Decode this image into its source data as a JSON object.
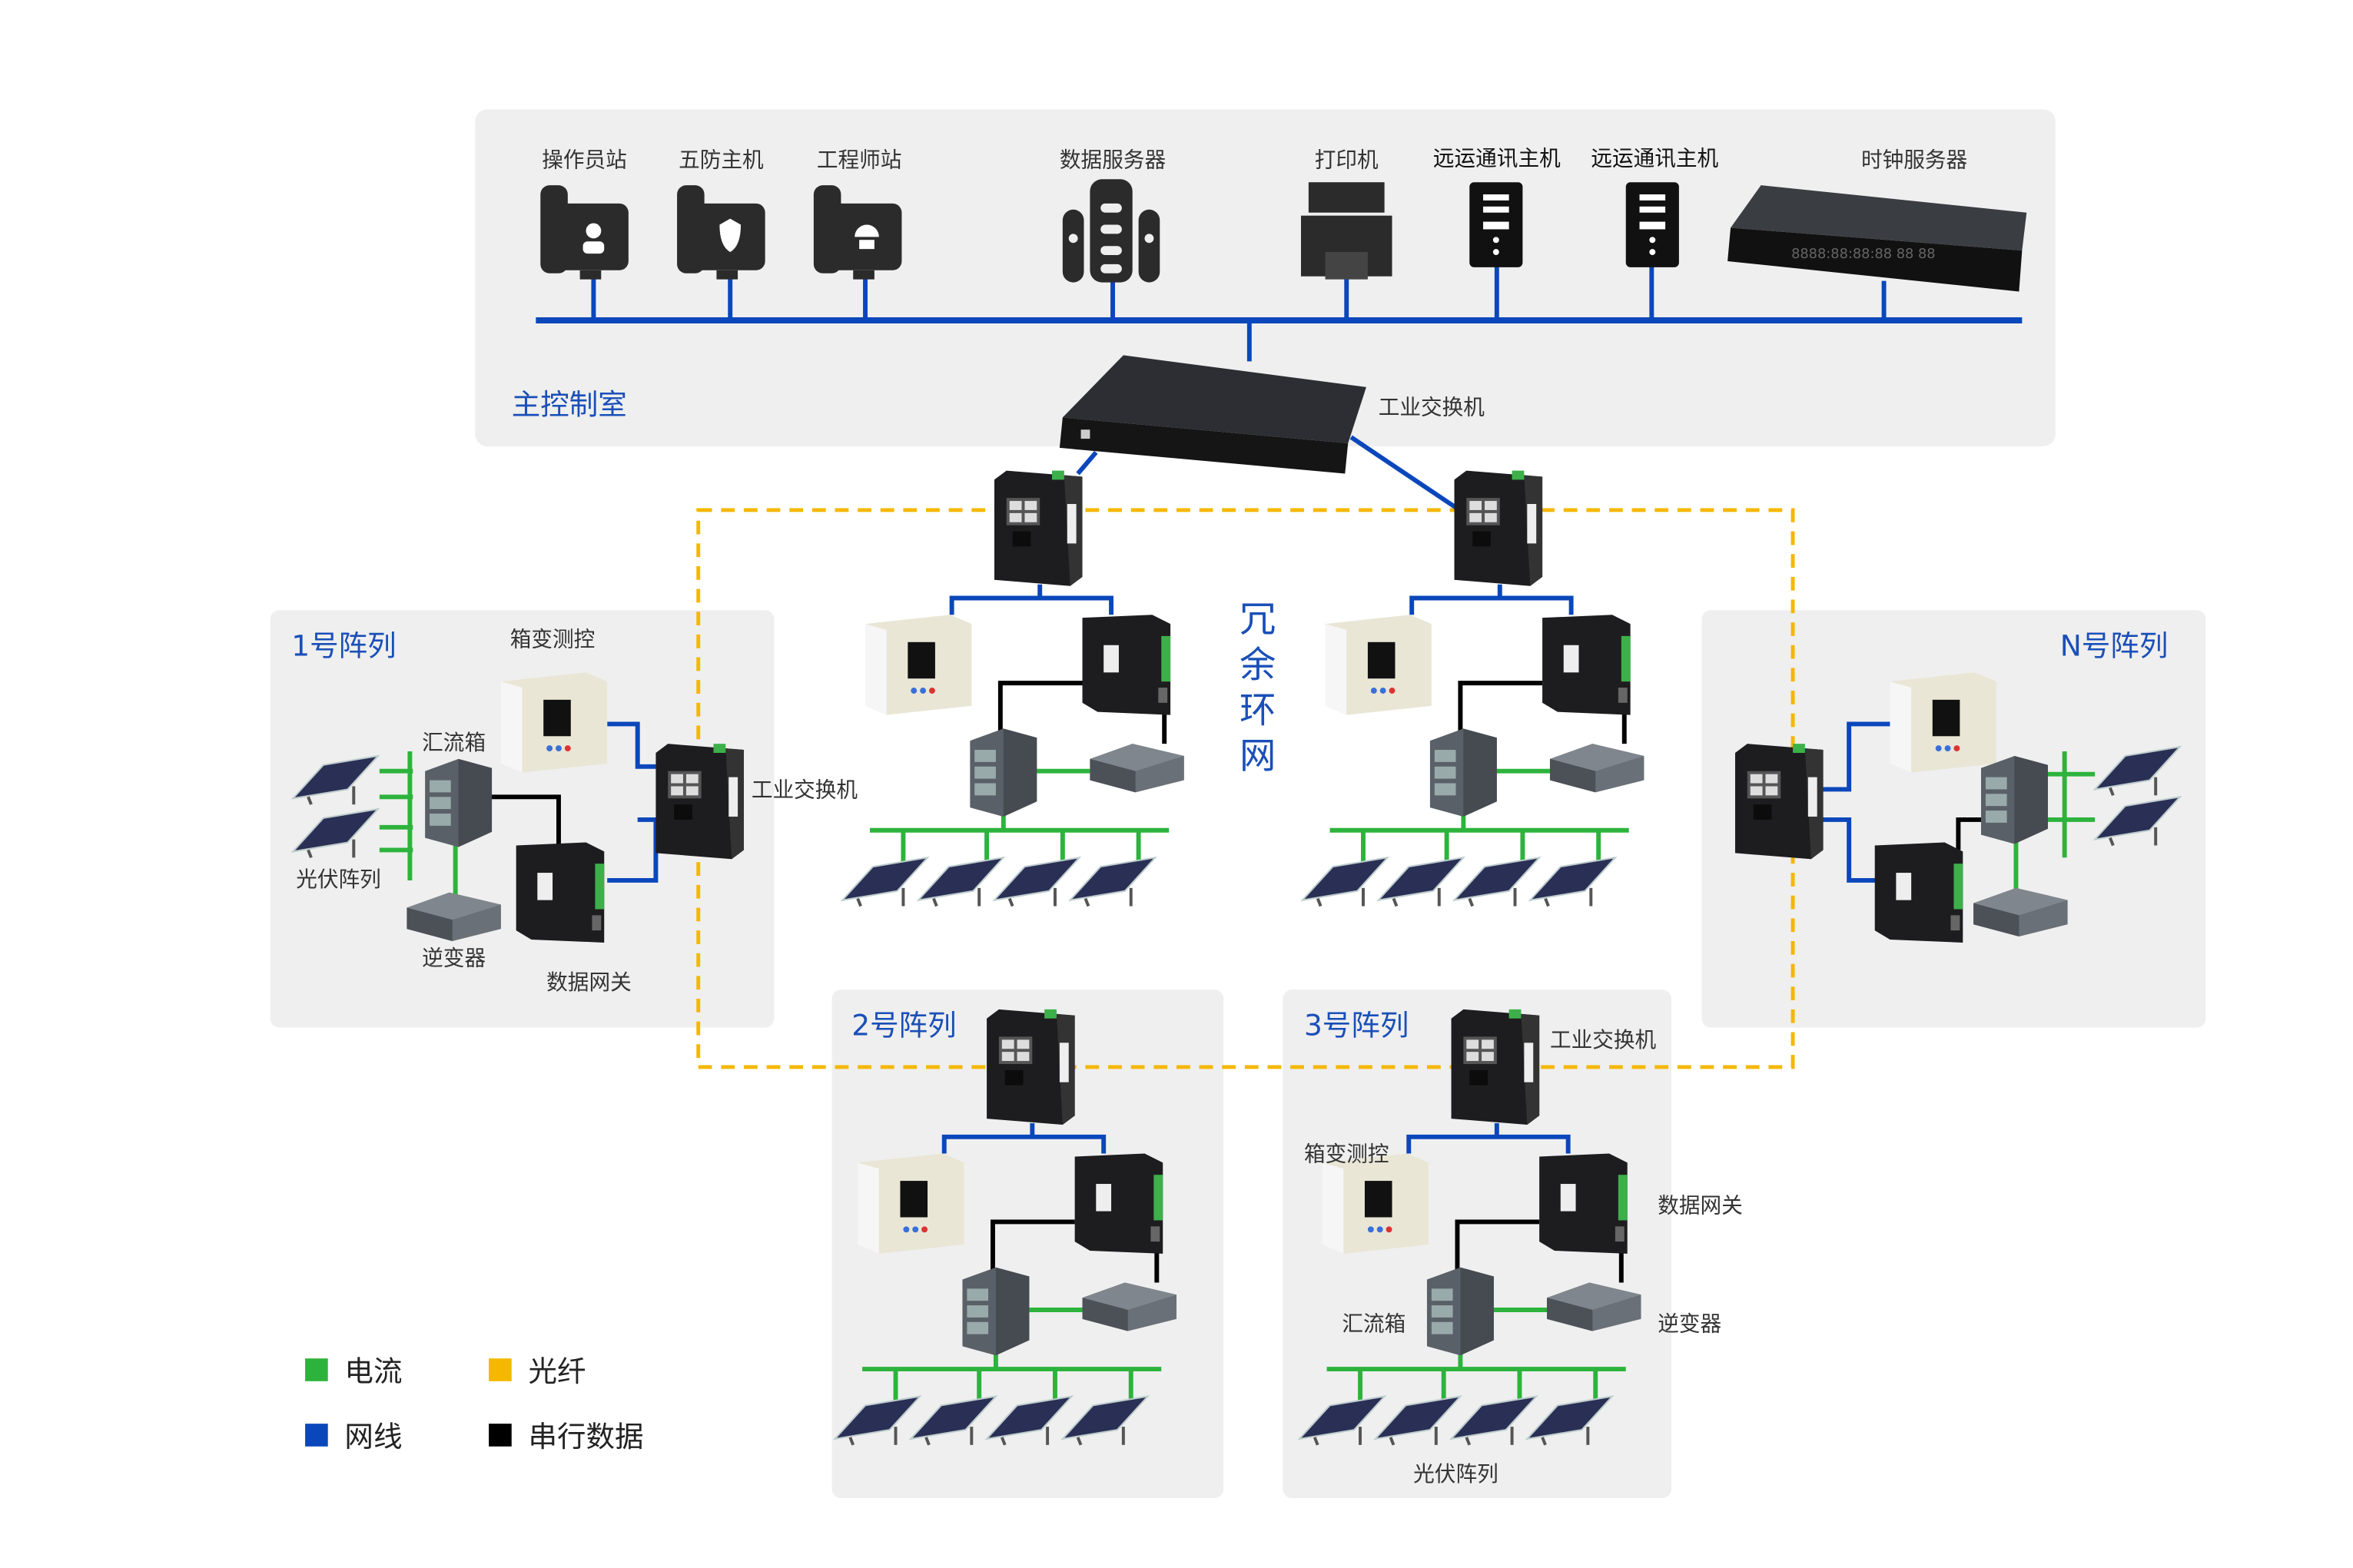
{
  "colors": {
    "current": "#2db33c",
    "fiber": "#f5b700",
    "network": "#0a47bb",
    "serial": "#000000",
    "panel_bg": "#efefef",
    "title_blue": "#1a4fb8"
  },
  "control_room": {
    "title": "主控制室",
    "devices": [
      {
        "label": "操作员站",
        "icon": "operator-workstation-icon"
      },
      {
        "label": "五防主机",
        "icon": "shield-workstation-icon"
      },
      {
        "label": "工程师站",
        "icon": "engineer-workstation-icon"
      },
      {
        "label": "数据服务器",
        "icon": "server-cluster-icon"
      },
      {
        "label": "打印机",
        "icon": "printer-icon"
      },
      {
        "label": "远运通讯主机",
        "icon": "tower-server-icon"
      },
      {
        "label": "远运通讯主机",
        "icon": "tower-server-icon"
      },
      {
        "label": "时钟服务器",
        "icon": "rack-clock-server-icon"
      }
    ],
    "core_switch_label": "工业交换机"
  },
  "ring_label": "冗余环网",
  "arrays": {
    "a1": {
      "title": "1号阵列",
      "monitor": "箱变测控",
      "combiner": "汇流箱",
      "switch": "工业交换机",
      "pv": "光伏阵列",
      "inverter": "逆变器",
      "gateway": "数据网关"
    },
    "a2": {
      "title": "2号阵列"
    },
    "a3": {
      "title": "3号阵列",
      "switch": "工业交换机",
      "monitor": "箱变测控",
      "gateway": "数据网关",
      "combiner": "汇流箱",
      "inverter": "逆变器",
      "pv": "光伏阵列"
    },
    "an": {
      "title": "N号阵列"
    }
  },
  "legend": [
    {
      "label": "电流",
      "color": "#2db33c"
    },
    {
      "label": "光纤",
      "color": "#f5b700"
    },
    {
      "label": "网线",
      "color": "#0a47bb"
    },
    {
      "label": "串行数据",
      "color": "#000000"
    }
  ]
}
